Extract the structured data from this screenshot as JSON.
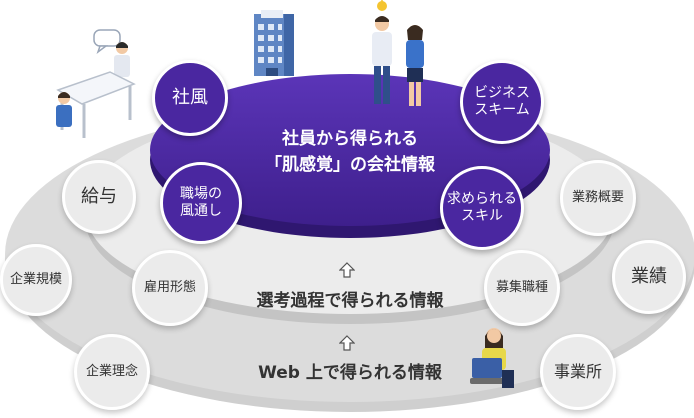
{
  "center": {
    "text": "社員から得られる\n「肌感覚」の会社情報"
  },
  "middle_ring": {
    "label": "選考過程で得られる情報"
  },
  "outer_ring": {
    "label": "Web 上で得られる情報"
  },
  "inner_bubbles": {
    "shafu": "社風",
    "shokuba": "職場の\n風通し",
    "business": "ビジネス\nスキーム",
    "skill": "求められる\nスキル"
  },
  "middle_bubbles": {
    "kyuyo": "給与",
    "koyo": "雇用形態",
    "gyomu": "業務概要",
    "boshu": "募集職種"
  },
  "outer_bubbles": {
    "kibo": "企業規模",
    "rinen": "企業理念",
    "gyoseki": "業績",
    "jigyosho": "事業所"
  },
  "colors": {
    "primary_purple": "#4a27a0",
    "outer_gray": "#d4d4d4",
    "middle_gray": "#e6e6e6",
    "bubble_gray": "#ebebeb"
  }
}
